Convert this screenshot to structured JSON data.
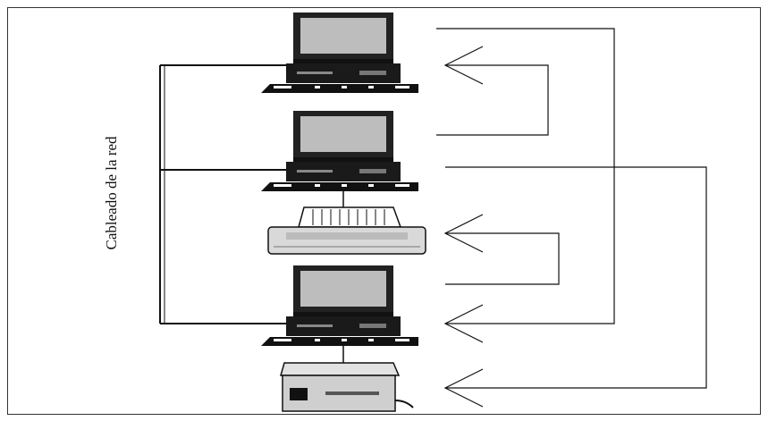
{
  "diagram": {
    "side_label": "Cableado de la red",
    "nodes": [
      {
        "id": "pc-1",
        "kind": "computer"
      },
      {
        "id": "pc-2",
        "kind": "computer"
      },
      {
        "id": "printer-dot-matrix",
        "kind": "printer"
      },
      {
        "id": "pc-3",
        "kind": "computer"
      },
      {
        "id": "printer-laser",
        "kind": "printer"
      }
    ],
    "connections": [
      {
        "from": "pc-1",
        "to": "pc-3",
        "style": "arrow-bracket"
      },
      {
        "from": "pc-2",
        "to": "pc-1",
        "style": "arrow-bracket"
      },
      {
        "from": "pc-2",
        "to": "printer-laser",
        "style": "arrow-bracket"
      },
      {
        "from": "pc-3",
        "to": "printer-dot-matrix",
        "style": "arrow-bracket"
      },
      {
        "from": "pc-2",
        "to": "printer-dot-matrix",
        "style": "cable"
      },
      {
        "from": "pc-3",
        "to": "printer-laser",
        "style": "cable"
      }
    ],
    "colors": {
      "line": "#111111",
      "frame": "#333333",
      "screen": "#bdbdbd",
      "paper": "#ffffff"
    }
  }
}
